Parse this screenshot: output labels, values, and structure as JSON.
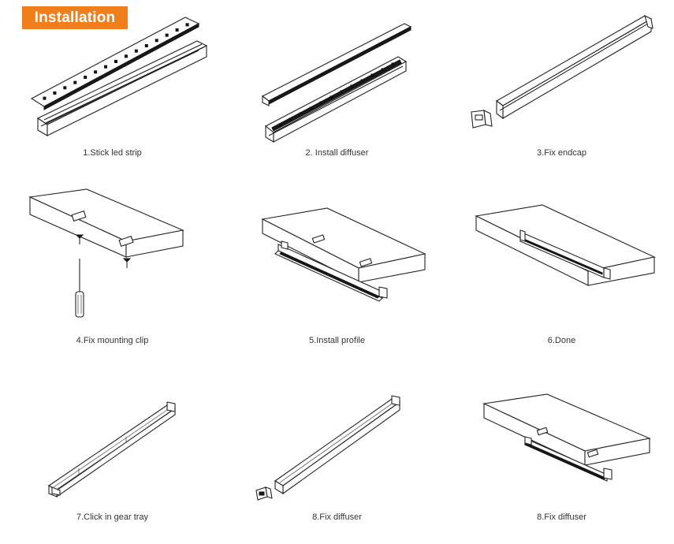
{
  "header": {
    "title": "Installation",
    "badge_color": "#f07e1a"
  },
  "steps": [
    {
      "caption": "1.Stick led strip",
      "illustration": "led-strip-profile-icon"
    },
    {
      "caption": "2. Install diffuser",
      "illustration": "diffuser-profile-icon"
    },
    {
      "caption": "3.Fix endcap",
      "illustration": "endcap-profile-icon"
    },
    {
      "caption": "4.Fix mounting clip",
      "illustration": "ceiling-clip-screwdriver-icon"
    },
    {
      "caption": "5.Install profile",
      "illustration": "ceiling-profile-install-icon"
    },
    {
      "caption": "6.Done",
      "illustration": "ceiling-profile-done-icon"
    },
    {
      "caption": "7.Click in gear tray",
      "illustration": "gear-tray-icon"
    },
    {
      "caption": "8.Fix diffuser",
      "illustration": "gear-tray-endcap-icon"
    },
    {
      "caption": "8.Fix diffuser",
      "illustration": "ceiling-gear-tray-icon"
    }
  ]
}
